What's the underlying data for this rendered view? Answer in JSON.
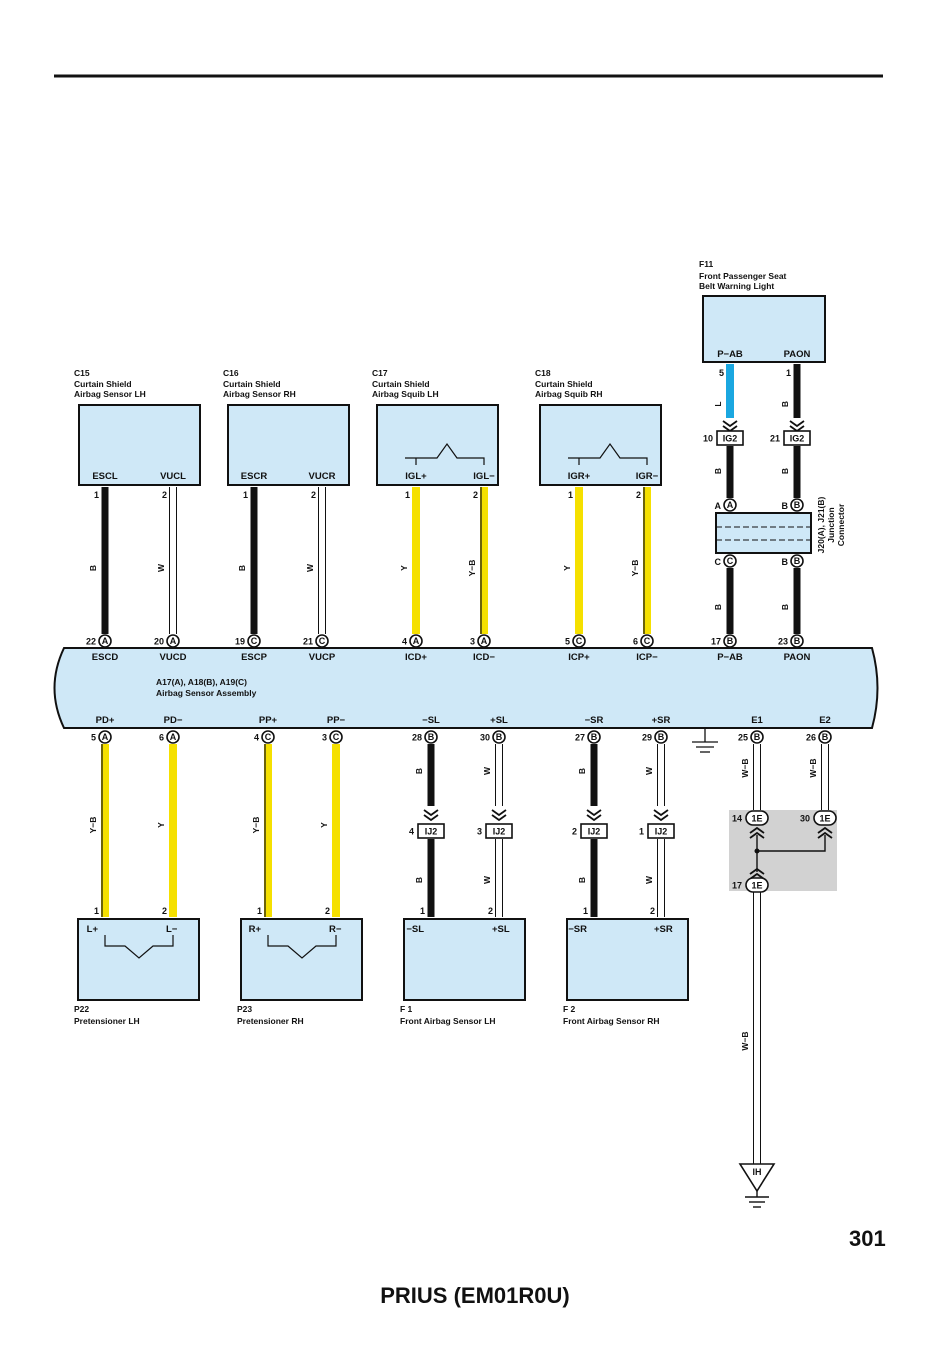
{
  "page": {
    "number": "301",
    "footer": "PRIUS (EM01R0U)"
  },
  "colors": {
    "light_blue": "#cfe8f7",
    "yellow": "#f5e000",
    "wire_blue": "#1aa7e0",
    "black": "#111111",
    "gray": "#d2d2d2"
  },
  "top_components": [
    {
      "code": "C15",
      "name": [
        "Curtain Shield",
        "Airbag Sensor LH"
      ],
      "pins": [
        {
          "term": "ESCL",
          "pin": "1",
          "wire": "B",
          "color": "black"
        },
        {
          "term": "VUCL",
          "pin": "2",
          "wire": "W",
          "color": "white"
        }
      ],
      "conn": [
        {
          "pin": "22",
          "c": "A",
          "term": "ESCD"
        },
        {
          "pin": "20",
          "c": "A",
          "term": "VUCD"
        }
      ]
    },
    {
      "code": "C16",
      "name": [
        "Curtain Shield",
        "Airbag Sensor RH"
      ],
      "pins": [
        {
          "term": "ESCR",
          "pin": "1",
          "wire": "B",
          "color": "black"
        },
        {
          "term": "VUCR",
          "pin": "2",
          "wire": "W",
          "color": "white"
        }
      ],
      "conn": [
        {
          "pin": "19",
          "c": "C",
          "term": "ESCP"
        },
        {
          "pin": "21",
          "c": "C",
          "term": "VUCP"
        }
      ]
    },
    {
      "code": "C17",
      "name": [
        "Curtain Shield",
        "Airbag Squib LH"
      ],
      "pins": [
        {
          "term": "IGL+",
          "pin": "1",
          "wire": "Y",
          "color": "yellow"
        },
        {
          "term": "IGL−",
          "pin": "2",
          "wire": "Y−B",
          "color": "yb"
        }
      ],
      "conn": [
        {
          "pin": "4",
          "c": "A",
          "term": "ICD+"
        },
        {
          "pin": "3",
          "c": "A",
          "term": "ICD−"
        }
      ]
    },
    {
      "code": "C18",
      "name": [
        "Curtain Shield",
        "Airbag Squib RH"
      ],
      "pins": [
        {
          "term": "IGR+",
          "pin": "1",
          "wire": "Y",
          "color": "yellow"
        },
        {
          "term": "IGR−",
          "pin": "2",
          "wire": "Y−B",
          "color": "yb"
        }
      ],
      "conn": [
        {
          "pin": "5",
          "c": "C",
          "term": "ICP+"
        },
        {
          "pin": "6",
          "c": "C",
          "term": "ICP−"
        }
      ]
    }
  ],
  "f11": {
    "code": "F11",
    "name": [
      "Front Passenger Seat",
      "Belt Warning Light"
    ],
    "pins": [
      {
        "term": "P−AB",
        "pin": "5",
        "wire": "L",
        "ij": "10",
        "ijlabel": "IG2",
        "jc_top": "A",
        "jc_bot": "C",
        "wire2": "B",
        "wire3": "B",
        "conn_pin": "17",
        "conn_c": "B",
        "conn_term": "P−AB"
      },
      {
        "term": "PAON",
        "pin": "1",
        "wire": "B",
        "ij": "21",
        "ijlabel": "IG2",
        "jc_top": "B",
        "jc_bot": "B",
        "wire2": "B",
        "wire3": "B",
        "conn_pin": "23",
        "conn_c": "B",
        "conn_term": "PAON"
      }
    ]
  },
  "junction": {
    "label": [
      "J20(A), J21(B)",
      "Junction",
      "Connector"
    ]
  },
  "assembly": {
    "label": [
      "A17(A), A18(B), A19(C)",
      "Airbag Sensor Assembly"
    ]
  },
  "bottom_components": [
    {
      "code": "P22",
      "name": "Pretensioner LH",
      "conn": [
        {
          "term": "PD+",
          "pin": "5",
          "c": "A"
        },
        {
          "term": "PD−",
          "pin": "6",
          "c": "A"
        }
      ],
      "pins": [
        {
          "term": "L+",
          "pin": "1",
          "wire": "Y−B",
          "color": "yb"
        },
        {
          "term": "L−",
          "pin": "2",
          "wire": "Y",
          "color": "yellow"
        }
      ]
    },
    {
      "code": "P23",
      "name": "Pretensioner RH",
      "conn": [
        {
          "term": "PP+",
          "pin": "4",
          "c": "C"
        },
        {
          "term": "PP−",
          "pin": "3",
          "c": "C"
        }
      ],
      "pins": [
        {
          "term": "R+",
          "pin": "1",
          "wire": "Y−B",
          "color": "yb"
        },
        {
          "term": "R−",
          "pin": "2",
          "wire": "Y",
          "color": "yellow"
        }
      ]
    },
    {
      "code": "F 1",
      "name": "Front Airbag Sensor LH",
      "conn": [
        {
          "term": "−SL",
          "pin": "28",
          "c": "B"
        },
        {
          "term": "+SL",
          "pin": "30",
          "c": "B"
        }
      ],
      "ij": [
        {
          "pin": "4",
          "label": "IJ2"
        },
        {
          "pin": "3",
          "label": "IJ2"
        }
      ],
      "pins": [
        {
          "term": "−SL",
          "pin": "1",
          "wire": "B",
          "color": "black"
        },
        {
          "term": "+SL",
          "pin": "2",
          "wire": "W",
          "color": "white"
        }
      ]
    },
    {
      "code": "F 2",
      "name": "Front Airbag Sensor RH",
      "conn": [
        {
          "term": "−SR",
          "pin": "27",
          "c": "B"
        },
        {
          "term": "+SR",
          "pin": "29",
          "c": "B"
        }
      ],
      "ij": [
        {
          "pin": "2",
          "label": "IJ2"
        },
        {
          "pin": "1",
          "label": "IJ2"
        }
      ],
      "pins": [
        {
          "term": "−SR",
          "pin": "1",
          "wire": "B",
          "color": "black"
        },
        {
          "term": "+SR",
          "pin": "2",
          "wire": "W",
          "color": "white"
        }
      ]
    }
  ],
  "ground": {
    "e": [
      {
        "term": "E1",
        "pin": "25",
        "c": "B",
        "wire": "W−B",
        "j": "14",
        "jl": "1E"
      },
      {
        "term": "E2",
        "pin": "26",
        "c": "B",
        "wire": "W−B",
        "j": "30",
        "jl": "1E"
      }
    ],
    "j_out": {
      "pin": "17",
      "label": "1E"
    },
    "wire": "W−B",
    "point": "IH"
  }
}
